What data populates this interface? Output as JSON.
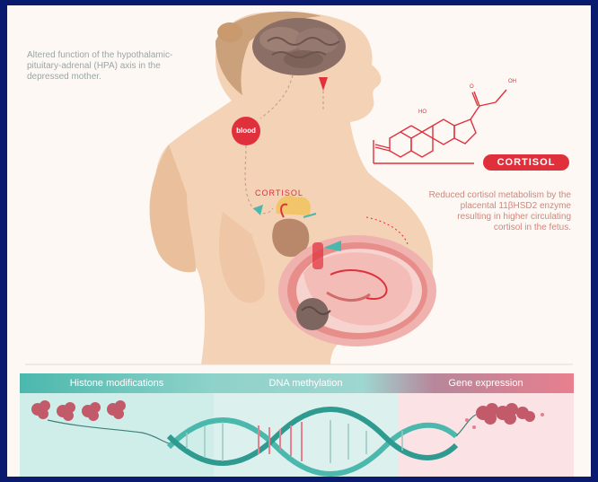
{
  "captions": {
    "hpa": "Altered function of the hypothalamic-pituitary-adrenal (HPA) axis in the depressed mother.",
    "placenta": "Reduced cortisol metabolism by the placental 11βHSD2 enzyme resulting in higher circulating cortisol in the fetus."
  },
  "labels": {
    "blood": "blood",
    "cortisol_small": "CORTISOL",
    "cortisol_badge": "CORTISOL",
    "oh": "OH",
    "o": "O",
    "ho": "HO"
  },
  "bands": {
    "histone": "Histone modifications",
    "dna": "DNA methylation",
    "gene": "Gene expression"
  },
  "colors": {
    "frame_border": "#0a1a6e",
    "skin": "#f3d2b5",
    "accent_red": "#e0303c",
    "teal": "#4bb8ad",
    "pink": "#e87f8e"
  }
}
